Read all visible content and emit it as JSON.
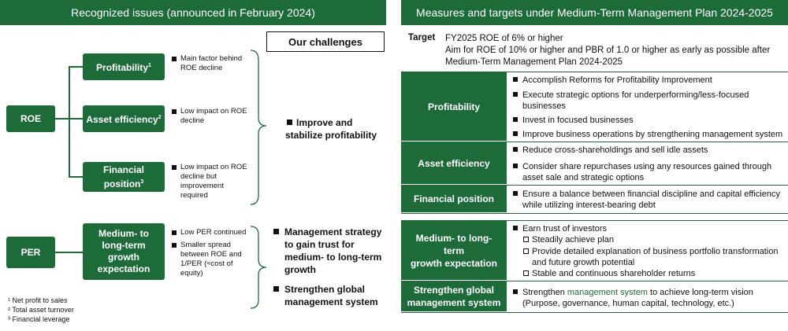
{
  "left": {
    "header": "Recognized issues (announced in February 2024)",
    "challenges_title": "Our challenges",
    "roe": "ROE",
    "per": "PER",
    "boxes": {
      "profitability": "Profitability",
      "profitability_sup": "1",
      "asset": "Asset efficiency",
      "asset_sup": "2",
      "financial_l1": "Financial",
      "financial_l2": "position",
      "financial_sup": "3",
      "medium": "Medium- to long-term growth expectation"
    },
    "notes": {
      "profitability": [
        "Main factor behind",
        "ROE decline"
      ],
      "asset": [
        "Low impact on ROE",
        "decline"
      ],
      "financial": [
        "Low impact on ROE",
        "decline but",
        "improvement",
        "required"
      ],
      "per1": [
        "Low PER continued"
      ],
      "per2": [
        "Smaller spread",
        "between ROE and",
        "1/PER (≈cost of",
        "equity)"
      ]
    },
    "challenges": {
      "c1": [
        "Improve and",
        "stabilize profitability"
      ],
      "c2": [
        "Management strategy",
        "to gain trust for",
        "medium- to long-term",
        "growth"
      ],
      "c3": [
        "Strengthen global",
        "management system"
      ]
    },
    "footnotes": [
      "¹ Net profit to sales",
      "² Total asset turnover",
      "³ Financial leverage"
    ]
  },
  "right": {
    "header": "Measures and targets under Medium-Term Management Plan 2024-2025",
    "target_label": "Target",
    "target_lines": [
      "FY2025 ROE of 6% or higher",
      "Aim for ROE of 10% or higher and PBR of 1.0 or higher as early as possible after",
      "Medium-Term Management Plan 2024-2025"
    ],
    "rows": {
      "profitability": {
        "label": "Profitability",
        "items": [
          "Accomplish Reforms for Profitability Improvement",
          "Execute strategic options for underperforming/less-focused",
          "businesses",
          "Invest in focused businesses",
          "Improve business operations by strengthening management system"
        ]
      },
      "asset": {
        "label": "Asset efficiency",
        "items": [
          "Reduce cross-shareholdings and sell idle assets",
          "Consider share repurchases using any resources gained through",
          "asset sale and strategic options"
        ]
      },
      "financial": {
        "label": "Financial position",
        "items": [
          "Ensure a balance between financial discipline and capital efficiency",
          "while utilizing interest-bearing debt"
        ]
      },
      "medium": {
        "label_lines": [
          "Medium- to long-",
          "term",
          "growth expectation"
        ],
        "items": [
          "Earn trust of investors",
          "Steadily achieve plan",
          "Provide detailed explanation of business portfolio transformation",
          "and future growth potential",
          "Stable and continuous shareholder returns"
        ]
      },
      "global": {
        "label_lines": [
          "Strengthen global",
          "management system"
        ],
        "item_pre": "Strengthen ",
        "item_highlight": "management system",
        "item_post": " to achieve long-term vision",
        "item_line2": "(Purpose, governance, human capital, technology, etc.)"
      }
    }
  },
  "colors": {
    "green": "#1e6b3a",
    "highlight": "#1e6b3a"
  }
}
